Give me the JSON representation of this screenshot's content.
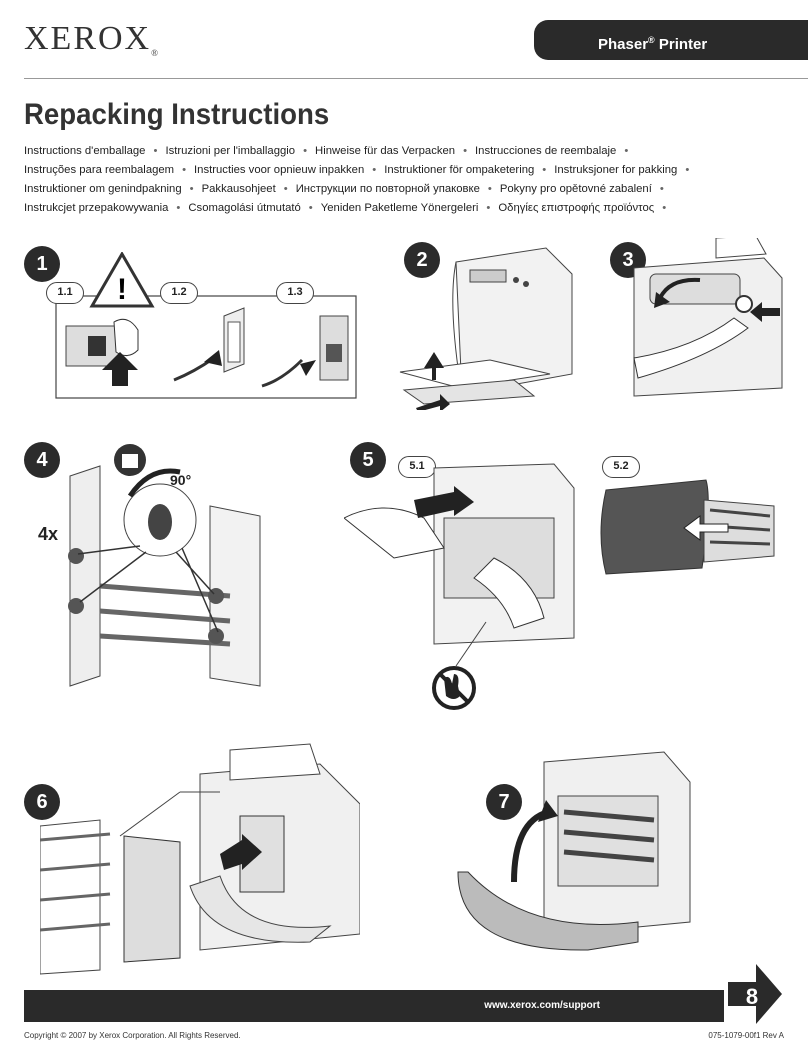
{
  "header": {
    "logo": "XEROX",
    "banner_prefix": "Phaser",
    "banner_reg": "®",
    "banner_suffix": "Printer"
  },
  "title": "Repacking Instructions",
  "languages": [
    [
      "Instructions d'emballage",
      "Istruzioni per l'imballaggio",
      "Hinweise für das Verpacken",
      "Instrucciones de reembalaje"
    ],
    [
      "Instruções para reembalagem",
      "Instructies voor opnieuw inpakken",
      "Instruktioner för ompaketering",
      "Instruksjoner for pakking"
    ],
    [
      "Instruktioner om genindpakning",
      "Pakkausohjeet",
      "Инструкции по повторной упаковке",
      "Pokyny pro opětovné zabalení"
    ],
    [
      "Instrukcjet przepakowywania",
      "Csomagolási útmutató",
      "Yeniden Paketleme Yönergeleri",
      "Οδηγίες επιστροφής προϊόντος"
    ]
  ],
  "separator": "•",
  "steps": {
    "s1": "1",
    "s2": "2",
    "s3": "3",
    "s4": "4",
    "s5": "5",
    "s6": "6",
    "s7": "7"
  },
  "sub_labels": {
    "l11": "1.1",
    "l12": "1.2",
    "l13": "1.3",
    "l51": "5.1",
    "l52": "5.2"
  },
  "step4": {
    "quantity": "4x",
    "angle": "90°"
  },
  "footer": {
    "url": "www.xerox.com/support",
    "next_step": "8",
    "copyright": "Copyright © 2007 by Xerox Corporation. All Rights Reserved.",
    "doc_number": "075-1079-00f1 Rev A"
  }
}
